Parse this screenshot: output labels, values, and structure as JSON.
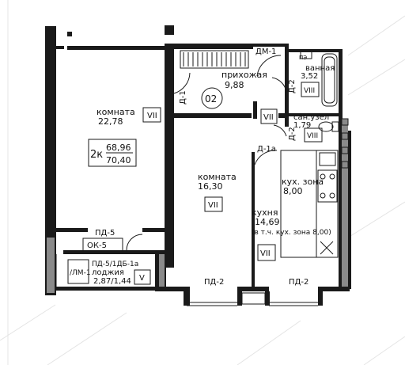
{
  "apartment": {
    "number": "02",
    "type": "2к",
    "area_total": "68,96",
    "area_with_loggia": "70,40"
  },
  "rooms": {
    "room1": {
      "name": "комната",
      "area": "22,78",
      "marking": "VII"
    },
    "room2": {
      "name": "комната",
      "area": "16,30",
      "marking": "VII"
    },
    "hall": {
      "name": "прихожая",
      "area": "9,88"
    },
    "bathroom": {
      "name": "ванная",
      "area": "3,52",
      "marking": "VIII"
    },
    "wc": {
      "name": "сан.узел",
      "area": "1,79",
      "marking": "VIII"
    },
    "kitchen": {
      "name": "кухня",
      "area": "14,69",
      "note": "(в т.ч. кух. зона 8,00)",
      "marking": "VII",
      "zone_name": "кух. зона",
      "zone_area": "8,00"
    },
    "loggia": {
      "name": "лоджия",
      "area": "2,87/1,44",
      "marking": "V"
    }
  },
  "hall_marking": "VII",
  "openings": {
    "dm1": "ДМ-1",
    "d1": "Д-1",
    "d2a": "Д-2",
    "d2b": "Д-2",
    "d1a": "Д-1а",
    "pd5": "ПД-5",
    "ok5": "ОК-5",
    "pd5_db1a": "ПД-5/1ДБ-1а",
    "lm1": "/ЛМ-1",
    "pd2a": "ПД-2",
    "pd2b": "ПД-2"
  },
  "tub_label": "ПЭ",
  "colors": {
    "wall": "#1a1a1a",
    "background": "#ffffff",
    "hatch": "#8a8a8a"
  }
}
